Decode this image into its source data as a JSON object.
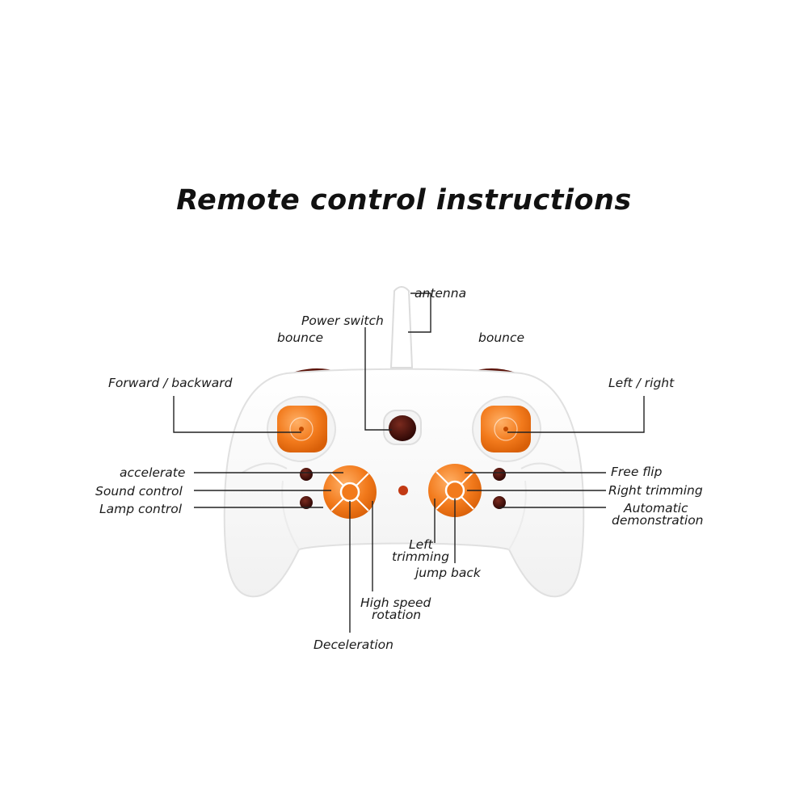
{
  "title": "Remote control instructions",
  "colors": {
    "body": "#ffffff",
    "accent_orange": "#f27a1c",
    "button_dark": "#3a0d08",
    "power_button": "#2a0604"
  },
  "labels": {
    "antenna": "antenna",
    "power_switch": "Power switch",
    "bounce_left": "bounce",
    "bounce_right": "bounce",
    "forward_backward": "Forward / backward",
    "left_right": "Left / right",
    "accelerate": "accelerate",
    "sound_control": "Sound control",
    "lamp_control": "Lamp control",
    "free_flip": "Free flip",
    "right_trimming": "Right trimming",
    "automatic_line1": "Automatic",
    "automatic_line2": "demonstration",
    "left_trimming_line1": "Left",
    "left_trimming_line2": "trimming",
    "jump_back": "jump back",
    "high_speed_line1": "High speed",
    "high_speed_line2": "rotation",
    "deceleration": "Deceleration"
  }
}
